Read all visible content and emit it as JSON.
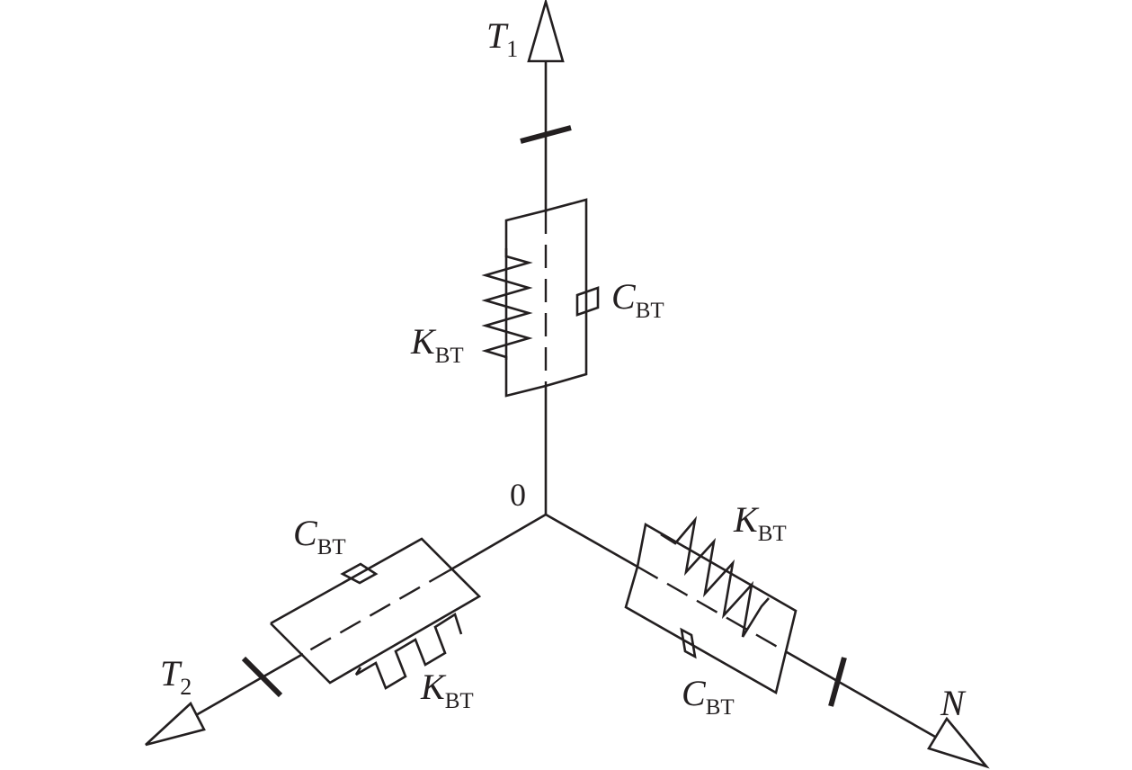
{
  "axes": {
    "t1": {
      "main": "T",
      "sub": "1"
    },
    "t2": {
      "main": "T",
      "sub": "2"
    },
    "n": {
      "main": "N"
    }
  },
  "origin_label": "0",
  "elements": {
    "stiffness": {
      "main": "K",
      "sub": "BT"
    },
    "damping": {
      "main": "C",
      "sub": "BT"
    }
  }
}
